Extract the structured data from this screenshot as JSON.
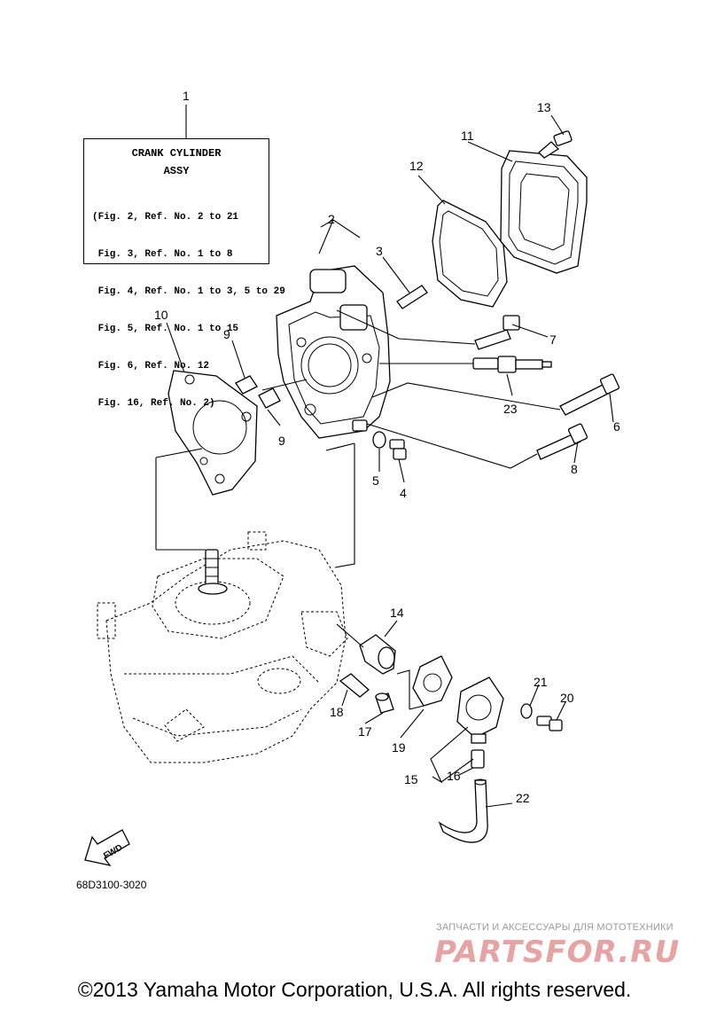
{
  "note": {
    "ref": "1",
    "title": "CRANK CYLINDER",
    "subtitle": "ASSY",
    "lines": [
      "(Fig. 2, Ref. No. 2 to 21",
      " Fig. 3, Ref. No. 1 to 8",
      " Fig. 4, Ref. No. 1 to 3, 5 to 29",
      " Fig. 5, Ref. No. 1 to 15",
      " Fig. 6, Ref. No. 12",
      " Fig. 16, Ref. No. 2)"
    ]
  },
  "callouts": {
    "n1": "1",
    "n2": "2",
    "n3": "3",
    "n4": "4",
    "n5": "5",
    "n6": "6",
    "n7": "7",
    "n8": "8",
    "n9a": "9",
    "n9b": "9",
    "n10": "10",
    "n11": "11",
    "n12": "12",
    "n13": "13",
    "n14": "14",
    "n15": "15",
    "n16": "16",
    "n17": "17",
    "n18": "18",
    "n19": "19",
    "n20": "20",
    "n21": "21",
    "n22": "22",
    "n23": "23"
  },
  "fwd_label": "FWD",
  "diagram_code": "68D3100-3020",
  "watermark": {
    "tagline": "ЗАПЧАСТИ И АКСЕССУАРЫ ДЛЯ МОТОТЕХНИКИ",
    "logo": "PARTSFOR.RU"
  },
  "copyright": "©2013 Yamaha Motor Corporation, U.S.A. All rights reserved."
}
